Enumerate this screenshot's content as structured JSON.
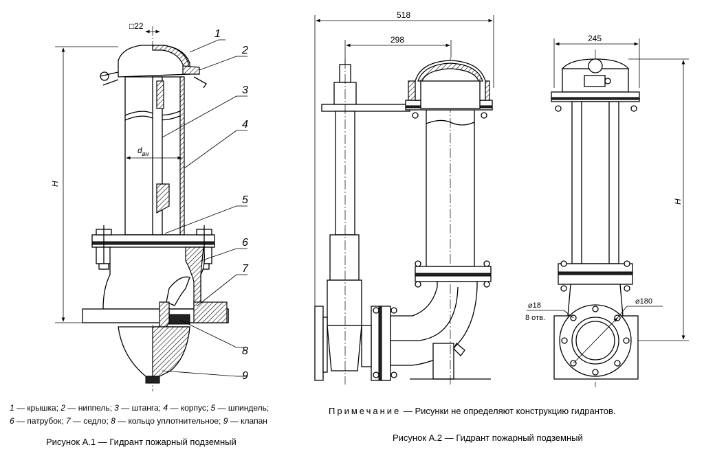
{
  "fig1": {
    "top_dim": "□22",
    "d_symbol": "d",
    "d_subscript": "вн",
    "height_label": "H",
    "callouts": [
      "1",
      "2",
      "3",
      "4",
      "5",
      "6",
      "7",
      "8",
      "9"
    ],
    "legend": [
      {
        "num": "1",
        "text": " — крышка; "
      },
      {
        "num": "2",
        "text": " — ниппель; "
      },
      {
        "num": "3",
        "text": " — штанга; "
      },
      {
        "num": "4",
        "text": " — корпус; "
      },
      {
        "num": "5",
        "text": " — шпиндель;"
      },
      {
        "num": "6",
        "text": " — патрубок; "
      },
      {
        "num": "7",
        "text": " — седло; "
      },
      {
        "num": "8",
        "text": " — кольцо уплотнительное; "
      },
      {
        "num": "9",
        "text": " — клапан"
      }
    ],
    "caption": "Рисунок А.1 — Гидрант пожарный подземный"
  },
  "fig2": {
    "dim_total_width": "518",
    "dim_inner_width": "298",
    "dim_side_width": "245",
    "height_label": "H",
    "hole_dim": "⌀18",
    "hole_count": "8 отв.",
    "flange_dim": "⌀180",
    "note_word": "Примечание",
    "note_text": " — Рисунки не определяют конструкцию гидрантов.",
    "caption": "Рисунок А.2 — Гидрант пожарный подземный"
  }
}
